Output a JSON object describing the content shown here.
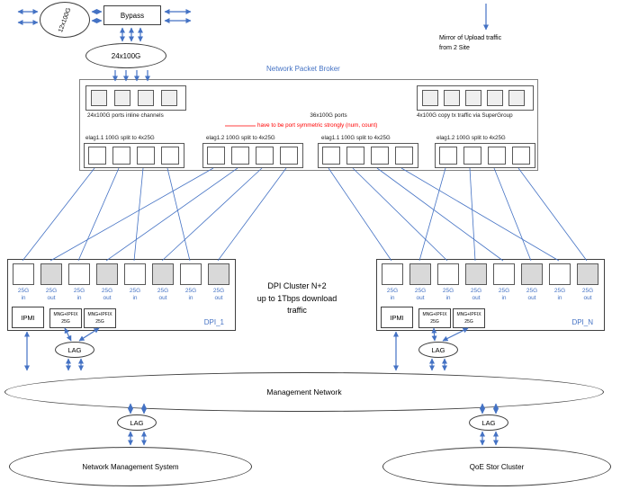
{
  "colors": {
    "accent": "#4472C4",
    "warning": "#FF0000"
  },
  "top": {
    "ring_label": "12x100G",
    "bypass_label": "Bypass",
    "aggregate_label": "24x100G",
    "mirror_line1": "Mirror of Upload traffic",
    "mirror_line2": "from 2 Site"
  },
  "broker": {
    "title": "Network Packet Broker",
    "inline_ports_label": "24x100G ports inline channels",
    "copy_ports_label": "4x100G copy tx traffic via SuperGroup",
    "center_label": "36x100G ports",
    "warning": "have to be port symmetric strongly (num, count)",
    "elag_groups": [
      {
        "label": "elag1.1 100G split to 4x25G"
      },
      {
        "label": "elag1.2 100G split to 4x25G"
      },
      {
        "label": "elag1.1 100G split to 4x25G"
      },
      {
        "label": "elag1.2 100G split to 4x25G"
      }
    ]
  },
  "cluster_note": {
    "line1": "DPI Cluster N+2",
    "line2": "up to 1Tbps download",
    "line3": "traffic"
  },
  "dpi_nodes": [
    {
      "name": "DPI_1",
      "ipmi": "IPMI",
      "lag": "LAG",
      "mng_boxes": [
        {
          "line1": "MNG+IPFIX",
          "line2": "25G"
        },
        {
          "line1": "MNG+IPFIX",
          "line2": "25G"
        }
      ],
      "ports": [
        {
          "speed": "25G",
          "dir": "in"
        },
        {
          "speed": "25G",
          "dir": "out"
        },
        {
          "speed": "25G",
          "dir": "in"
        },
        {
          "speed": "25G",
          "dir": "out"
        },
        {
          "speed": "25G",
          "dir": "in"
        },
        {
          "speed": "25G",
          "dir": "out"
        },
        {
          "speed": "25G",
          "dir": "in"
        },
        {
          "speed": "25G",
          "dir": "out"
        }
      ]
    },
    {
      "name": "DPI_N",
      "ipmi": "IPMI",
      "lag": "LAG",
      "mng_boxes": [
        {
          "line1": "MNG+IPFIX",
          "line2": "25G"
        },
        {
          "line1": "MNG+IPFIX",
          "line2": "25G"
        }
      ],
      "ports": [
        {
          "speed": "25G",
          "dir": "in"
        },
        {
          "speed": "25G",
          "dir": "out"
        },
        {
          "speed": "25G",
          "dir": "in"
        },
        {
          "speed": "25G",
          "dir": "out"
        },
        {
          "speed": "25G",
          "dir": "in"
        },
        {
          "speed": "25G",
          "dir": "out"
        },
        {
          "speed": "25G",
          "dir": "in"
        },
        {
          "speed": "25G",
          "dir": "out"
        }
      ]
    }
  ],
  "management": {
    "label": "Management Network"
  },
  "bottom": {
    "lag_left": "LAG",
    "lag_right": "LAG",
    "nms": "Network Management System",
    "qoe": "QoE Stor Cluster"
  }
}
